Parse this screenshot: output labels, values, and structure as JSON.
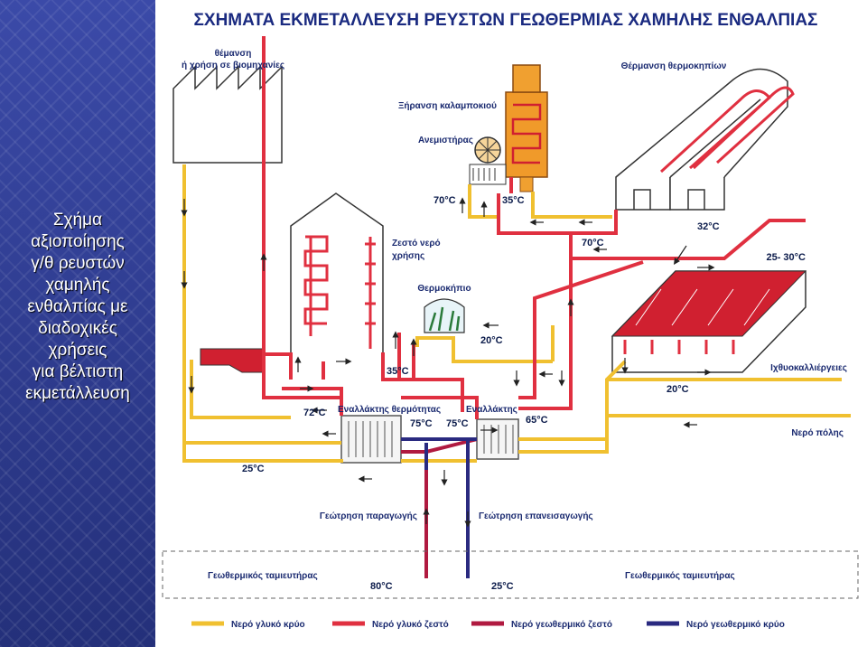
{
  "caption": {
    "lines": [
      "Σχήμα",
      "αξιοποίησης",
      "γ/θ ρευστών",
      "χαμηλής",
      "ενθαλπίας με",
      "διαδοχικές",
      "χρήσεις",
      "για βέλτιστη",
      "εκμετάλλευση"
    ]
  },
  "diagram": {
    "title": "ΣΧΗΜΑΤΑ ΕΚΜΕΤΑΛΛΕΥΣΗ ΡΕΥΣΤΩΝ ΓΕΩΘΕΡΜΙΑΣ ΧΑΜΗΛΗΣ ΕΝΘΑΛΠΙΑΣ",
    "labels": {
      "industry_1": "θέμανση",
      "industry_2": "ή χρήση σε βιομηχανίες",
      "greenhouse_heating": "Θέρμανση θερμοκηπίων",
      "drying": "Ξήρανση καλαμποκιού",
      "fan": "Ανεμιστήρας",
      "hot_water_1": "Ζεστό νερό",
      "hot_water_2": "χρήσης",
      "small_greenhouse": "Θερμοκήπιο",
      "fish_farming": "Ιχθυοκαλλιέργειες",
      "city_water": "Νερό πόλης",
      "heat_exchanger_1": "Εναλλάκτης θερμότητας",
      "heat_exchanger_2": "Εναλλάκτης",
      "production_well": "Γεώτρηση παραγωγής",
      "reinjection_well": "Γεώτρηση επανεισαγωγής",
      "reservoir_left": "Γεωθερμικός ταμιευτήρας",
      "reservoir_right": "Γεωθερμικός ταμιευτήρας"
    },
    "temps": {
      "t70a": "70°C",
      "t35a": "35°C",
      "t70b": "70°C",
      "t32": "32°C",
      "t2530": "25- 30°C",
      "t20a": "20°C",
      "t35b": "35°C",
      "t20b": "20°C",
      "t72": "72°C",
      "t75a": "75°C",
      "t75b": "75°C",
      "t65": "65°C",
      "t25": "25°C",
      "t80": "80°C",
      "t25b": "25°C"
    },
    "legend": [
      {
        "label": "Νερό γλυκό κρύο",
        "color": "#f0c030"
      },
      {
        "label": "Νερό γλυκό ζεστό",
        "color": "#e03040"
      },
      {
        "label": "Νερό γεωθερμικό ζεστό",
        "color": "#b01a40"
      },
      {
        "label": "Νερό γεωθερμικό κρύο",
        "color": "#2a2a80"
      }
    ],
    "colors": {
      "cold_fresh": "#f0c030",
      "hot_fresh": "#e03040",
      "geo_hot": "#b01a40",
      "geo_cold": "#2a2a80"
    }
  }
}
